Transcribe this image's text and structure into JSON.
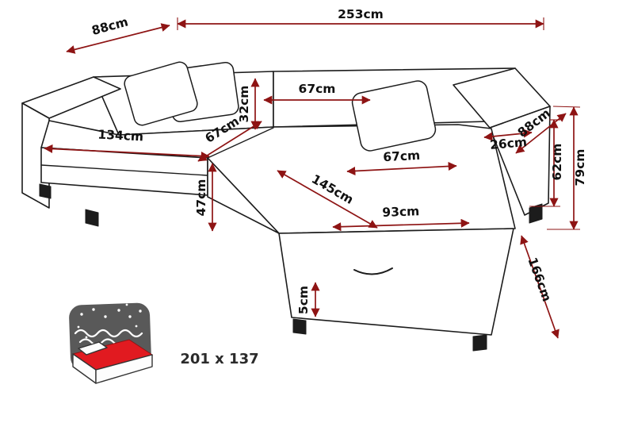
{
  "dimensions": {
    "total_width": "253cm",
    "back_depth_left": "88cm",
    "backrest_height": "32cm",
    "backrest_width": "67cm",
    "seat_width_left": "134cm",
    "seat_depth_left": "67cm",
    "armrest_width_right": "26cm",
    "side_depth_right": "88cm",
    "armrest_height_right": "62cm",
    "total_height": "79cm",
    "seat_front_height": "47cm",
    "chaise_length": "145cm",
    "chaise_seat_width": "67cm",
    "chaise_front_width": "93cm",
    "leg_height": "5cm",
    "chaise_side_depth": "166cm"
  },
  "sleeping_area": {
    "size_label": "201 x 137"
  },
  "colors": {
    "dimension_line": "#8e1414",
    "outline": "#1c1c1c",
    "mattress_red": "#e11a20",
    "night_shade_gray": "#595959",
    "background": "#ffffff"
  }
}
